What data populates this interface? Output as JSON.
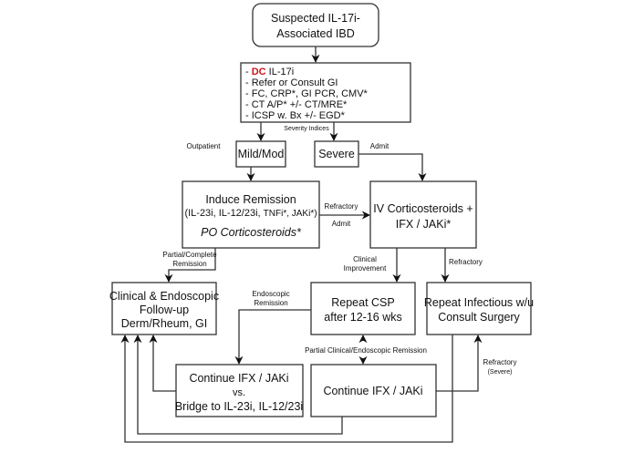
{
  "colors": {
    "accent_red": "#d0141a",
    "line": "#333333"
  },
  "nodes": {
    "start": {
      "line1": "Suspected IL-17i-",
      "line2": "Associated IBD"
    },
    "workup": {
      "item1_prefix": "- ",
      "item1_highlight": "DC",
      "item1_rest": " IL-17i",
      "item2": "- Refer or Consult GI",
      "item3": "- FC, CRP*, GI PCR, CMV*",
      "item4": "- CT A/P* +/- CT/MRE*",
      "item5": "- ICSP w. Bx +/- EGD*"
    },
    "mild": {
      "label": "Mild/Mod"
    },
    "severe": {
      "label": "Severe"
    },
    "induce": {
      "line1": "Induce Remission",
      "line2a": "(IL-23i, IL-12/23i, ",
      "line2b": "TNFi*, JAKi*)",
      "line3": "PO Corticosteroids*"
    },
    "iv": {
      "line1": "IV Corticosteroids +",
      "line2": "IFX / JAKi*"
    },
    "followup": {
      "line1": "Clinical & Endoscopic",
      "line2": "Follow-up",
      "line3": "Derm/Rheum, GI"
    },
    "csp": {
      "line1": "Repeat CSP",
      "line2": "after 12-16 wks"
    },
    "infectious": {
      "line1": "Repeat Infectious w/u",
      "line2": "Consult Surgery"
    },
    "bridge": {
      "line1": "Continue IFX / JAKi",
      "line2": "vs.",
      "line3": "Bridge to IL-23i, IL-12/23i"
    },
    "continue": {
      "label": "Continue IFX / JAKi"
    }
  },
  "edge_labels": {
    "severity": "Severity Indices",
    "outpatient": "Outpatient",
    "admit_severe": "Admit",
    "refractory_induce": "Refractory",
    "admit_induce": "Admit",
    "partial_complete1": "Partial/Complete",
    "partial_complete2": "Remission",
    "clinical1": "Clinical",
    "clinical2": "Improvement",
    "refractory_iv": "Refractory",
    "endoscopic1": "Endoscopic",
    "endoscopic2": "Remission",
    "partial_clinical": "Partial Clinical/Endoscopic Remission",
    "refractory_severe1": "Refractory",
    "refractory_severe2": "(Severe)"
  }
}
